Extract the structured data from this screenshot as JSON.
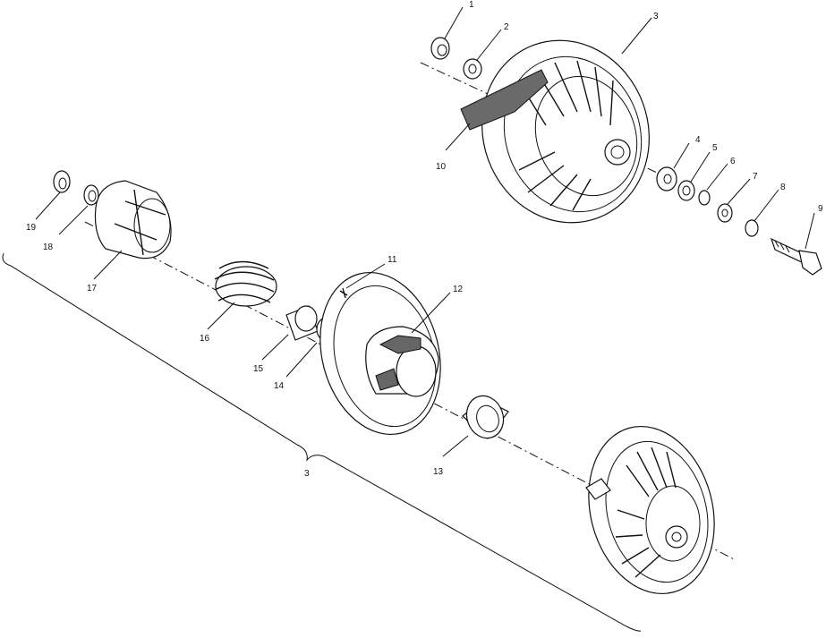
{
  "diagram": {
    "callouts": [
      "1",
      "2",
      "3",
      "4",
      "5",
      "6",
      "7",
      "8",
      "9",
      "10",
      "11",
      "12",
      "13",
      "14",
      "15",
      "16",
      "17",
      "18",
      "19"
    ],
    "assembly_label": "3"
  }
}
